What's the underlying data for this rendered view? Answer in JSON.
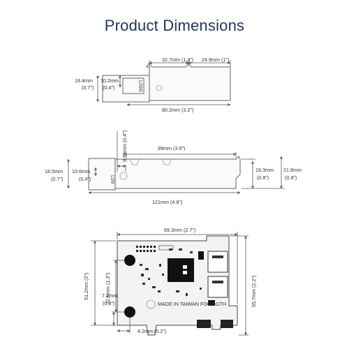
{
  "header": {
    "title": "Product Dimensions"
  },
  "view_top": {
    "dim_a": "32.7mm (1.3\")",
    "dim_b": "24.9mm (1\")",
    "dim_height_mm": "18.4mm",
    "dim_height_in": "(0.7\")",
    "dim_tab_mm": "10.2mm",
    "dim_tab_in": "(0.4\")",
    "dim_length": "80.2mm (3.2\")",
    "bracket_text": "L09S"
  },
  "view_middle": {
    "dim_hole": "9.25mm (0.4\")",
    "dim_width": "99mm (3.9\")",
    "dim_left_mm": "18.5mm",
    "dim_left_in": "(0.7\")",
    "dim_tab_mm": "10.6mm",
    "dim_tab_in": "(0.4\")",
    "dim_right_a_mm": "19.3mm",
    "dim_right_a_in": "(0.8\")",
    "dim_right_b_mm": "21.8mm",
    "dim_right_b_in": "(0.9\")",
    "dim_total": "121mm (4.8\")",
    "bracket_text": "L09"
  },
  "view_board": {
    "dim_width": "69.3mm (2.7\")",
    "dim_height_left": "51.2mm (2\")",
    "dim_height_mid": "32.6mm (1.3\")",
    "dim_small_mm": "7.2mm",
    "dim_small_in": "(0.3\")",
    "dim_bottom": "4.2mm (0.2\")",
    "dim_height_right": "55.7mm (2.2\")",
    "silk_text": "MADE IN TAIWAN  FOO4-GTH"
  }
}
